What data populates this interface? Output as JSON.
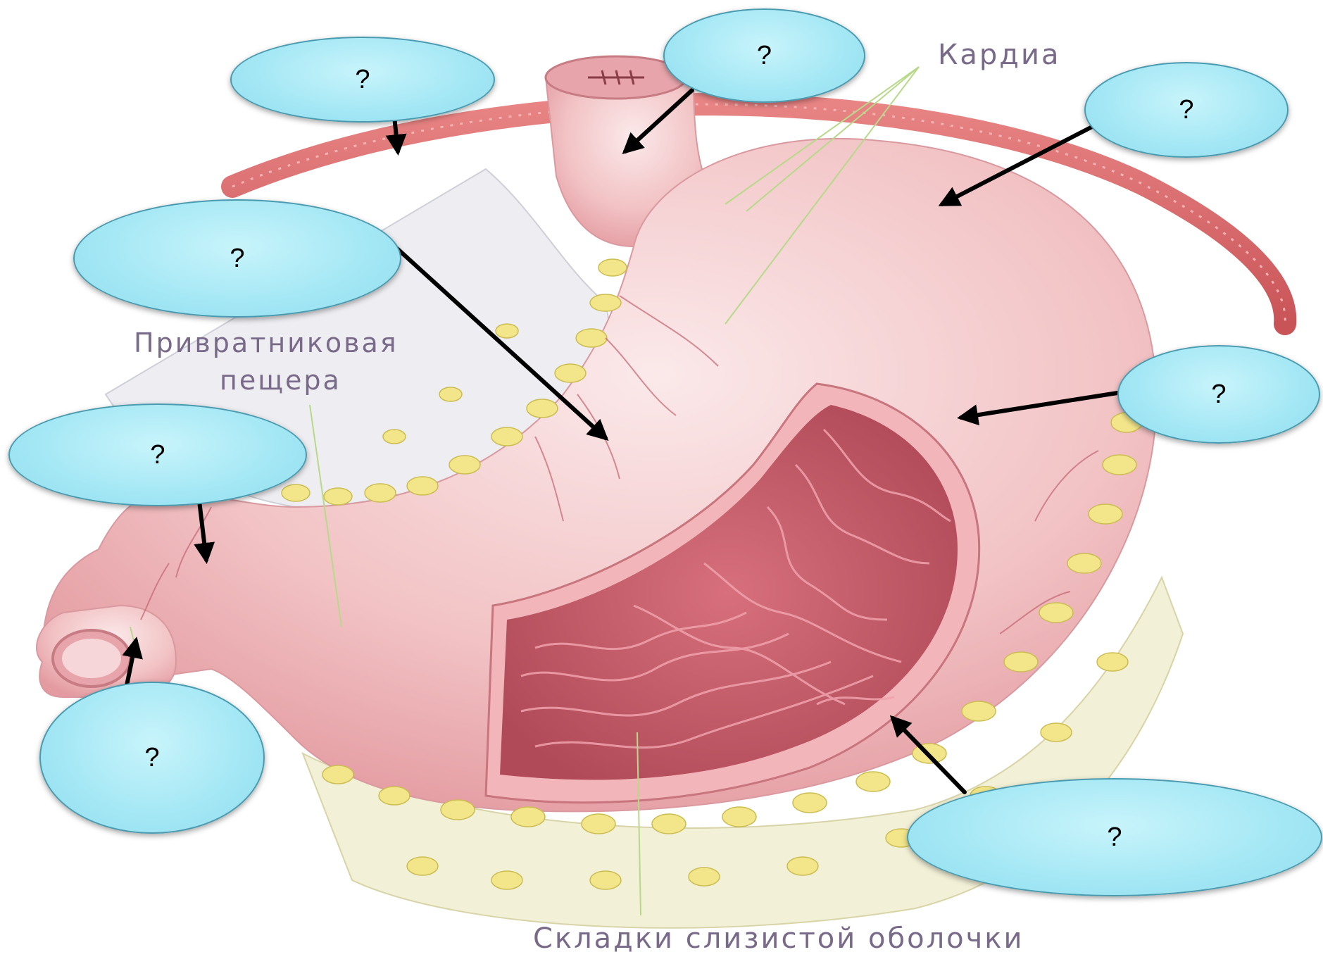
{
  "labels": {
    "cardia": "Кардиа",
    "pyloric_cave_line1": "Привратниковая",
    "pyloric_cave_line2": "пещера",
    "mucosa_folds": "Складки слизистой оболочки"
  },
  "bubbles": [
    {
      "id": "bubble-1",
      "text": "?"
    },
    {
      "id": "bubble-2",
      "text": "?"
    },
    {
      "id": "bubble-3",
      "text": "?"
    },
    {
      "id": "bubble-4",
      "text": "?"
    },
    {
      "id": "bubble-5",
      "text": "?"
    },
    {
      "id": "bubble-6",
      "text": "?"
    },
    {
      "id": "bubble-7",
      "text": "?"
    },
    {
      "id": "bubble-8",
      "text": "?"
    }
  ],
  "colors": {
    "bubble_fill": "#a6e8f5",
    "bubble_border": "#4a9bb0",
    "stomach": "#f3c4c4",
    "mucosa": "#c85d6a",
    "fat": "#f2e58a",
    "muscle_band": "#d8696b",
    "label_text": "#7a6a8a"
  }
}
